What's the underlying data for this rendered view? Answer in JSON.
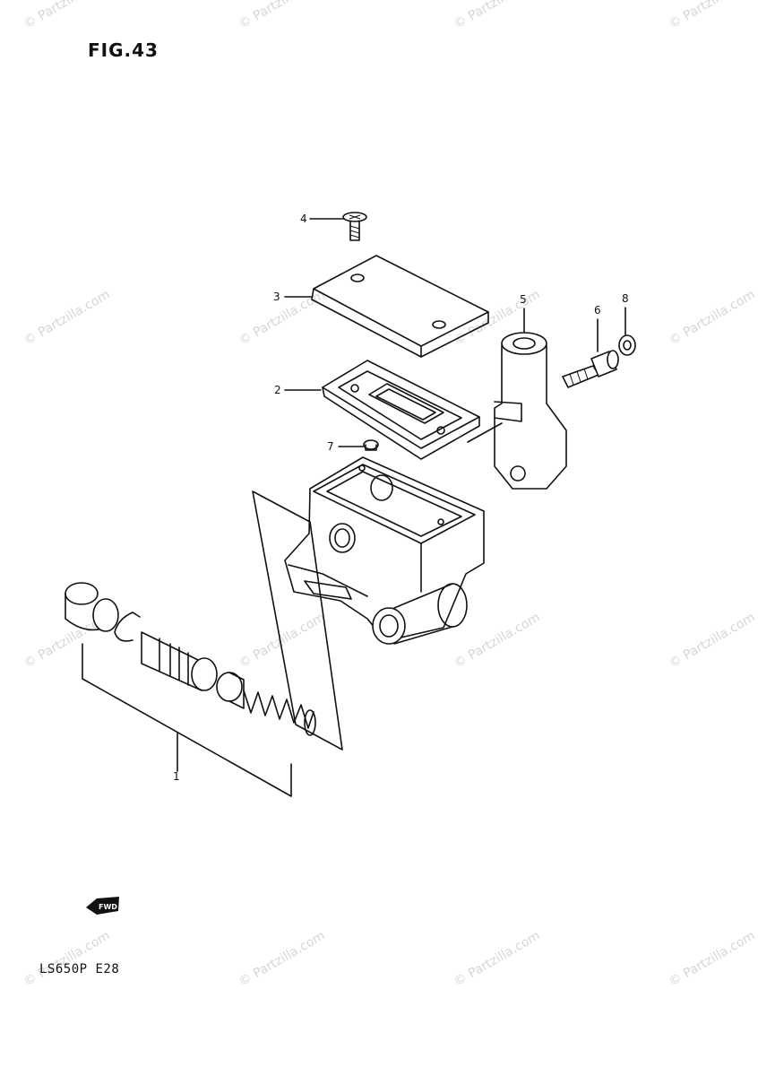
{
  "figure": {
    "title": "FIG.43",
    "model_code": "LS650P  E28"
  },
  "watermark": {
    "text": "© Partzilla.com",
    "color": "#d6d6d6"
  },
  "callouts": [
    {
      "number": "1"
    },
    {
      "number": "2"
    },
    {
      "number": "3"
    },
    {
      "number": "4"
    },
    {
      "number": "5"
    },
    {
      "number": "6"
    },
    {
      "number": "7"
    },
    {
      "number": "8"
    }
  ],
  "direction_badge": {
    "text": "FWD"
  }
}
